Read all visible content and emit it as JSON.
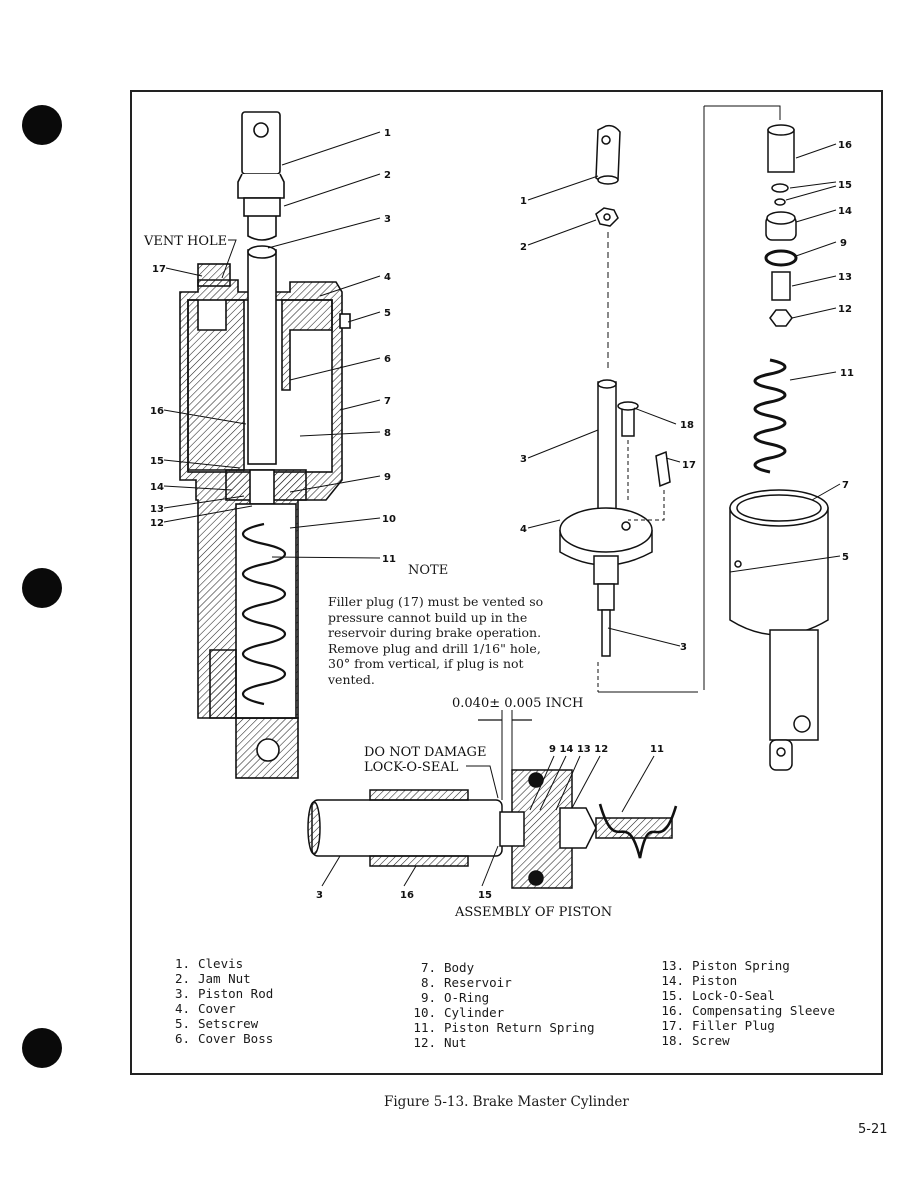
{
  "callouts": {
    "vent_hole": "VENT HOLE",
    "l1": "1",
    "l2": "2",
    "l3": "3",
    "l4": "4",
    "l5": "5",
    "l6": "6",
    "l7": "7",
    "l8": "8",
    "l9": "9",
    "l10": "10",
    "l11": "11",
    "l12": "12",
    "l13": "13",
    "l14": "14",
    "l15": "15",
    "l16": "16",
    "l17": "17",
    "l18": "18",
    "seq_9_14_13_12": "9 14 13 12"
  },
  "note": {
    "title": "NOTE",
    "body": "Filler plug (17) must be vented so\npressure cannot build up in the\nreservoir during brake operation.\nRemove plug and drill 1/16\" hole,\n30° from vertical, if plug is not\nvented."
  },
  "detail": {
    "dimension": "0.040± 0.005 INCH",
    "warning_line1": "DO NOT DAMAGE",
    "warning_line2": "LOCK-O-SEAL",
    "title": "ASSEMBLY OF PISTON"
  },
  "legend": {
    "col1": [
      {
        "num": "1.",
        "label": "Clevis"
      },
      {
        "num": "2.",
        "label": "Jam Nut"
      },
      {
        "num": "3.",
        "label": "Piston Rod"
      },
      {
        "num": "4.",
        "label": "Cover"
      },
      {
        "num": "5.",
        "label": "Setscrew"
      },
      {
        "num": "6.",
        "label": "Cover Boss"
      }
    ],
    "col2": [
      {
        "num": "7.",
        "label": "Body"
      },
      {
        "num": "8.",
        "label": "Reservoir"
      },
      {
        "num": "9.",
        "label": "O-Ring"
      },
      {
        "num": "10.",
        "label": "Cylinder"
      },
      {
        "num": "11.",
        "label": "Piston Return Spring"
      },
      {
        "num": "12.",
        "label": "Nut"
      }
    ],
    "col3": [
      {
        "num": "13.",
        "label": "Piston Spring"
      },
      {
        "num": "14.",
        "label": "Piston"
      },
      {
        "num": "15.",
        "label": "Lock-O-Seal"
      },
      {
        "num": "16.",
        "label": "Compensating Sleeve"
      },
      {
        "num": "17.",
        "label": "Filler Plug"
      },
      {
        "num": "18.",
        "label": "Screw"
      }
    ]
  },
  "caption": "Figure 5-13.  Brake Master Cylinder",
  "page_number": "5-21"
}
